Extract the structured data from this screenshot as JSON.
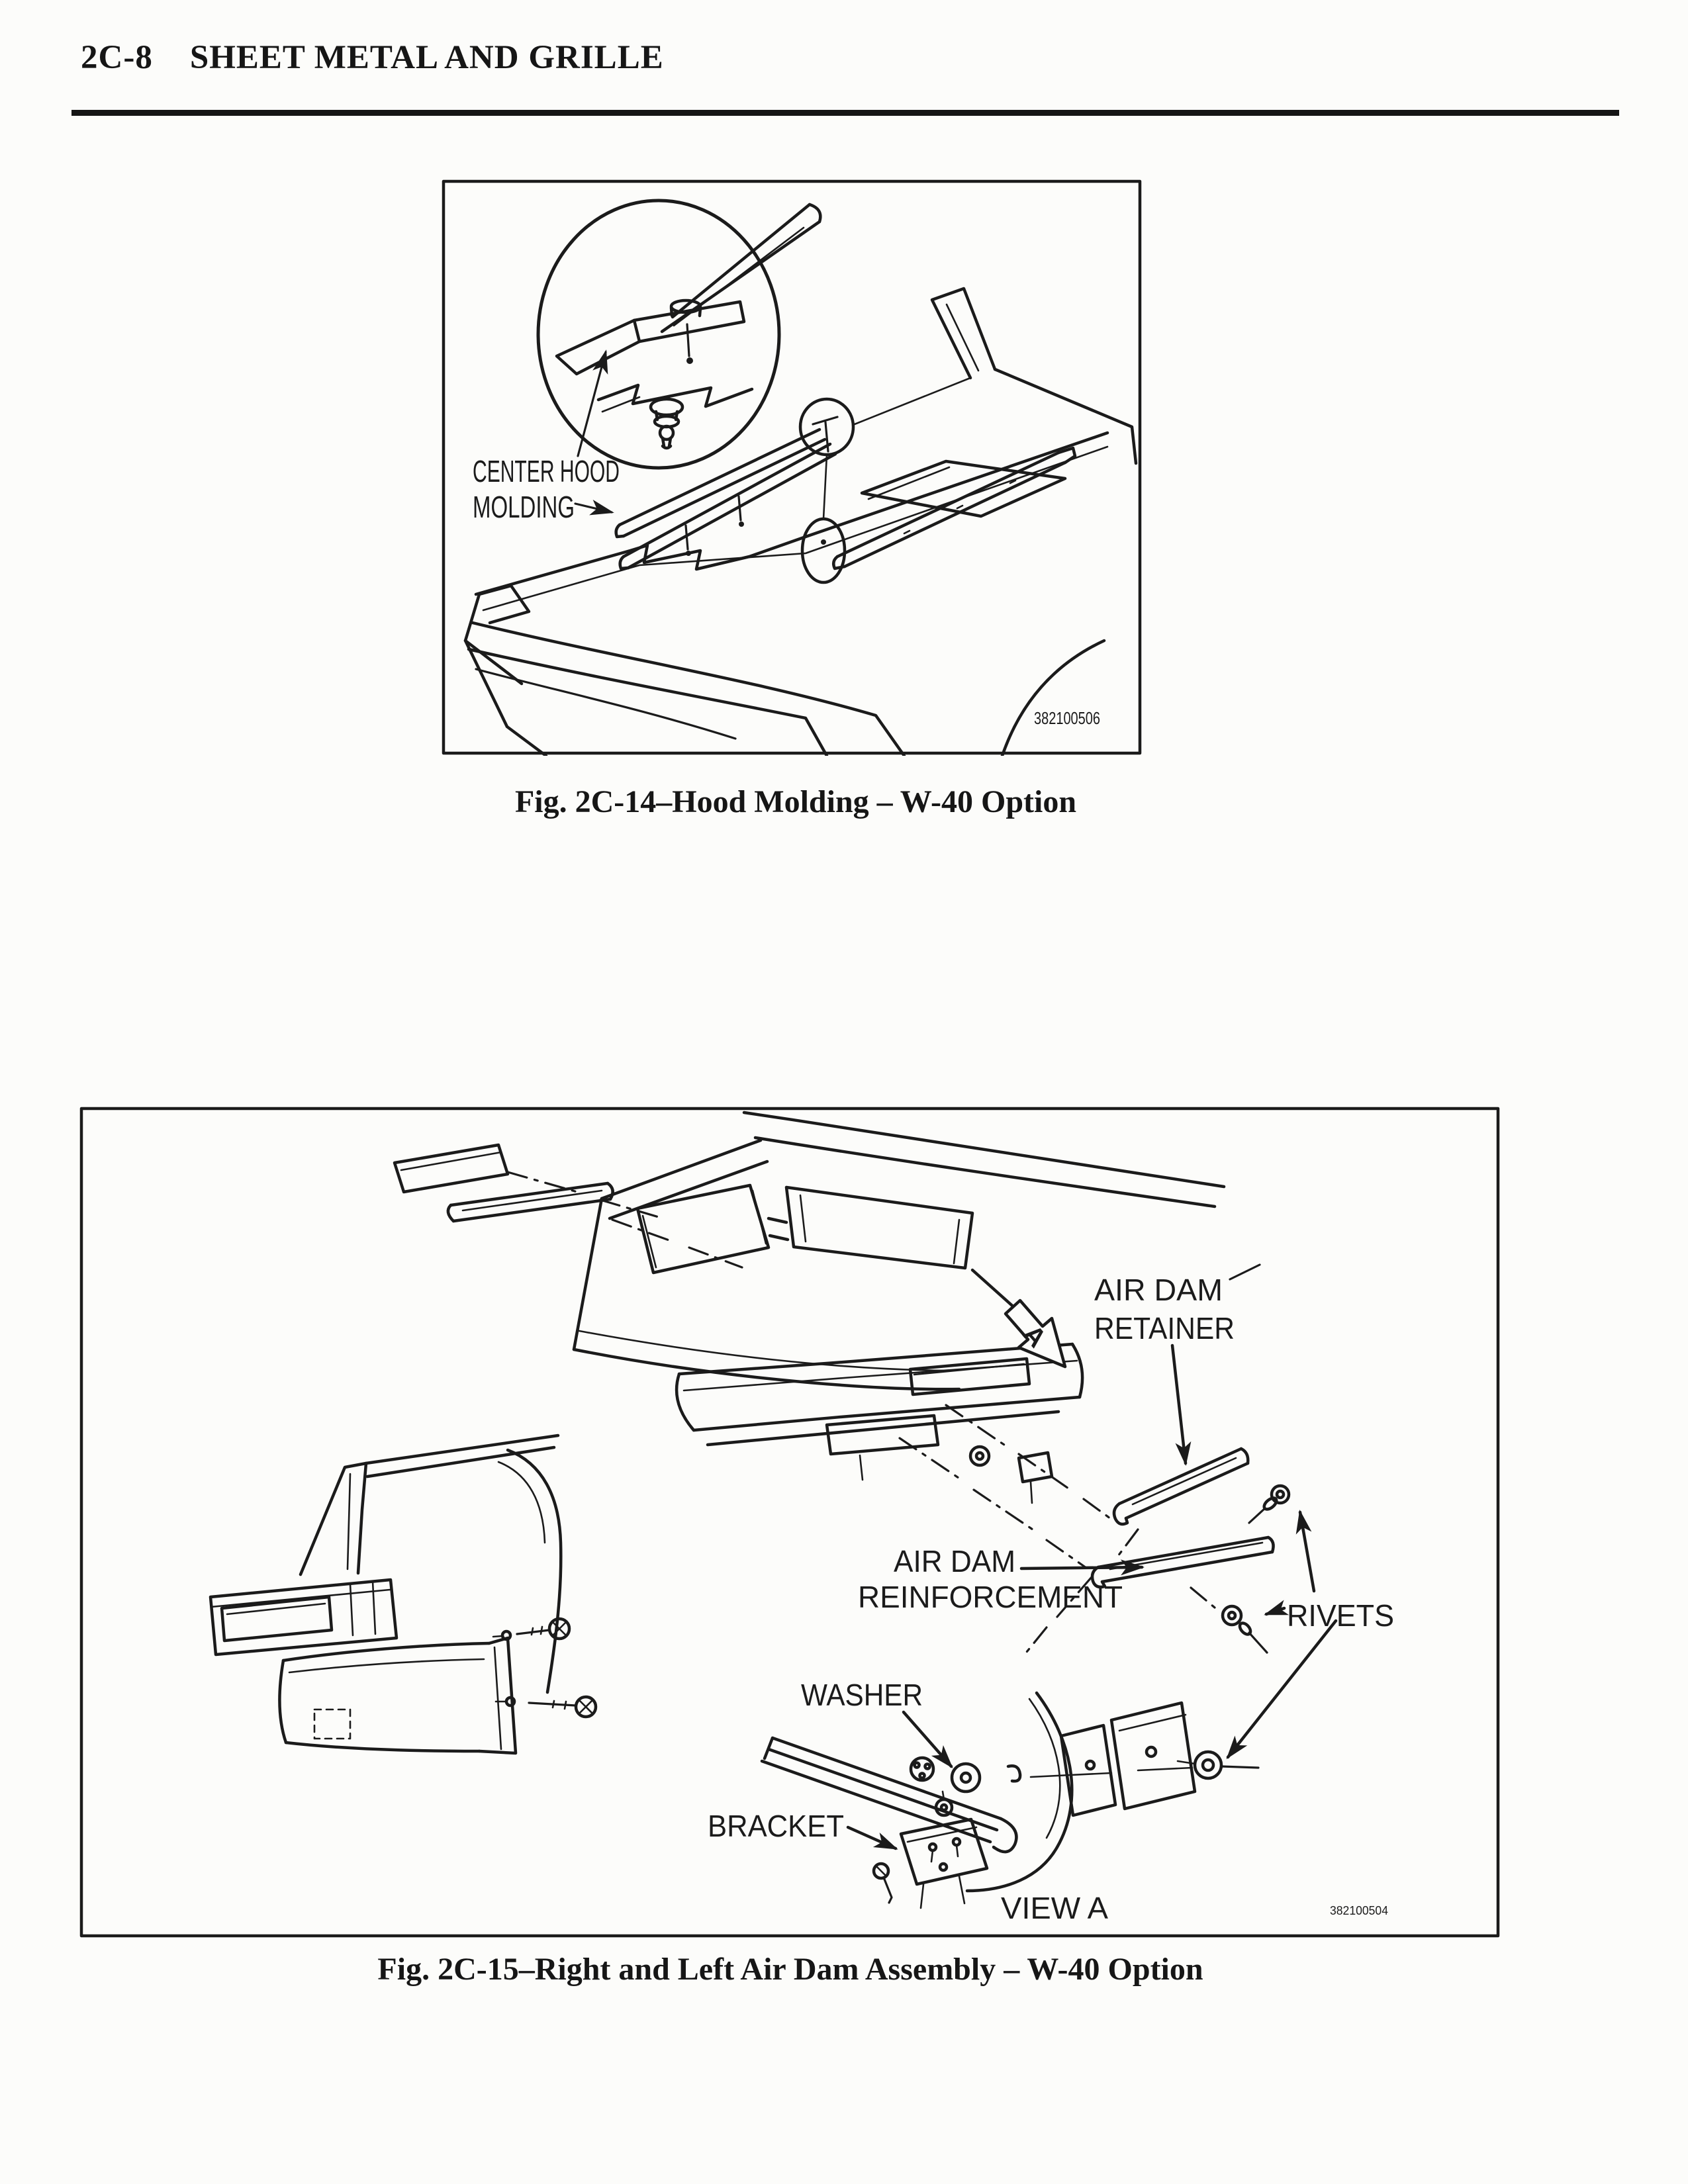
{
  "page": {
    "number": "2C-8",
    "title": "SHEET METAL AND GRILLE"
  },
  "fig1": {
    "caption": "Fig. 2C-14–Hood Molding – W-40 Option",
    "part_number": "382100506",
    "label_center_hood_line1": "CENTER HOOD",
    "label_center_hood_line2": "MOLDING"
  },
  "fig2": {
    "caption": "Fig. 2C-15–Right and Left Air Dam Assembly – W-40 Option",
    "part_number": "382100504",
    "label_retainer_line1": "AIR DAM",
    "label_retainer_line2": "RETAINER",
    "label_reinforcement_line1": "AIR DAM",
    "label_reinforcement_line2": "REINFORCEMENT",
    "label_rivets": "RIVETS",
    "label_washer": "WASHER",
    "label_bracket": "BRACKET",
    "label_view": "VIEW A",
    "view_marker_letter": "A"
  }
}
